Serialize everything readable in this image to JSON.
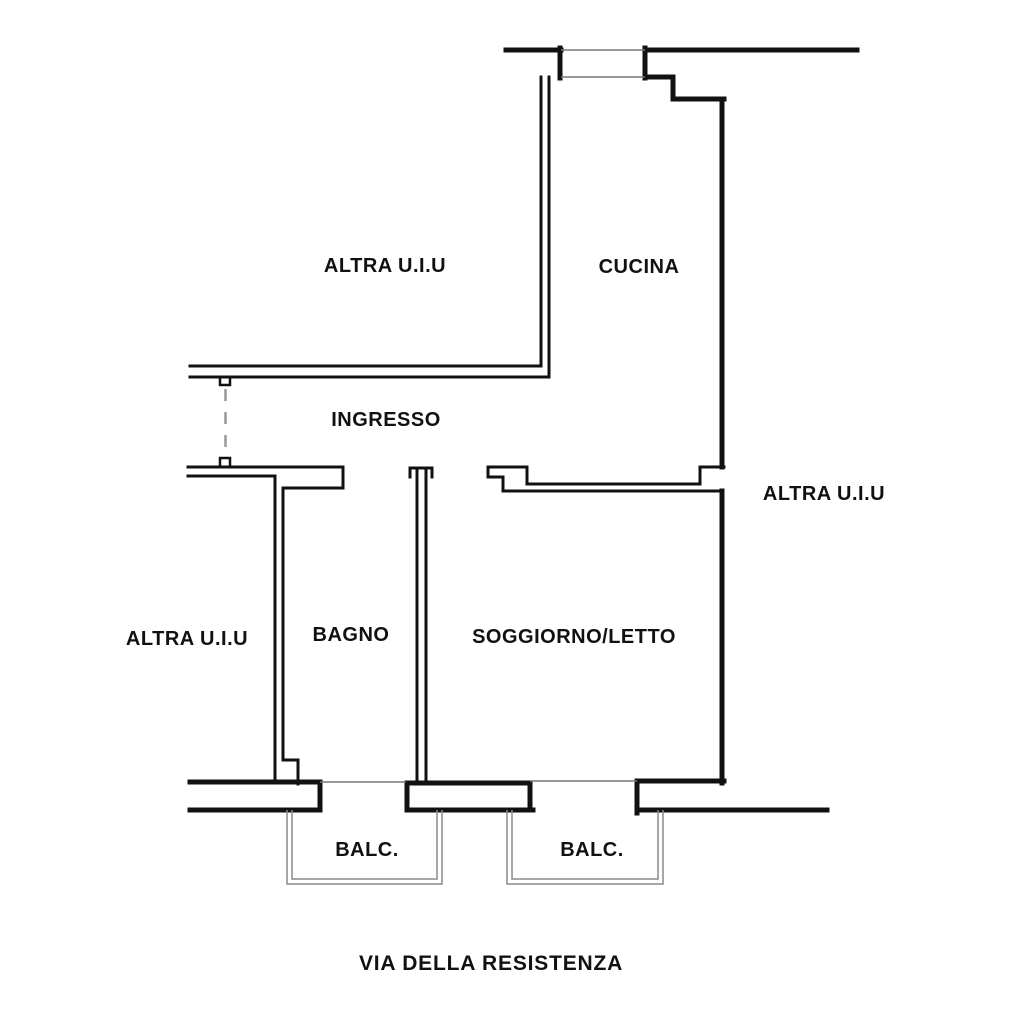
{
  "title": "apartment floor plan",
  "labels": {
    "altra_uiu_top": "ALTRA U.I.U",
    "cucina": "CUCINA",
    "ingresso": "INGRESSO",
    "altra_uiu_right": "ALTRA U.I.U",
    "altra_uiu_left": "ALTRA U.I.U",
    "bagno": "BAGNO",
    "soggiorno_letto": "SOGGIORNO/LETTO",
    "balcony_left": "BALC.",
    "balcony_right": "BALC.",
    "street": "VIA DELLA RESISTENZA"
  },
  "colors": {
    "wall": "#111111",
    "thin_line": "#777777",
    "balcony_line": "#8a8a8a",
    "dashed_door": "#999999",
    "background": "#ffffff",
    "text": "#111111"
  }
}
